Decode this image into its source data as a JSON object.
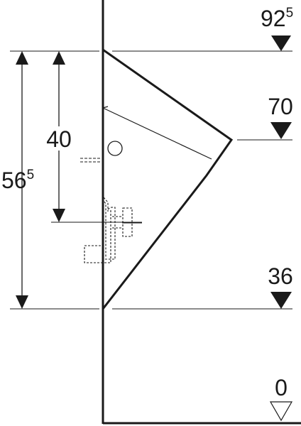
{
  "levels": {
    "top": {
      "main": "92",
      "sup": "5"
    },
    "rim": {
      "main": "70"
    },
    "bottom": {
      "main": "36"
    },
    "floor": {
      "main": "0"
    }
  },
  "dimensions": {
    "outer": {
      "main": "56",
      "sup": "5"
    },
    "inner": {
      "main": "40"
    }
  },
  "colors": {
    "line": "#1a1a1a",
    "background": "#ffffff"
  }
}
